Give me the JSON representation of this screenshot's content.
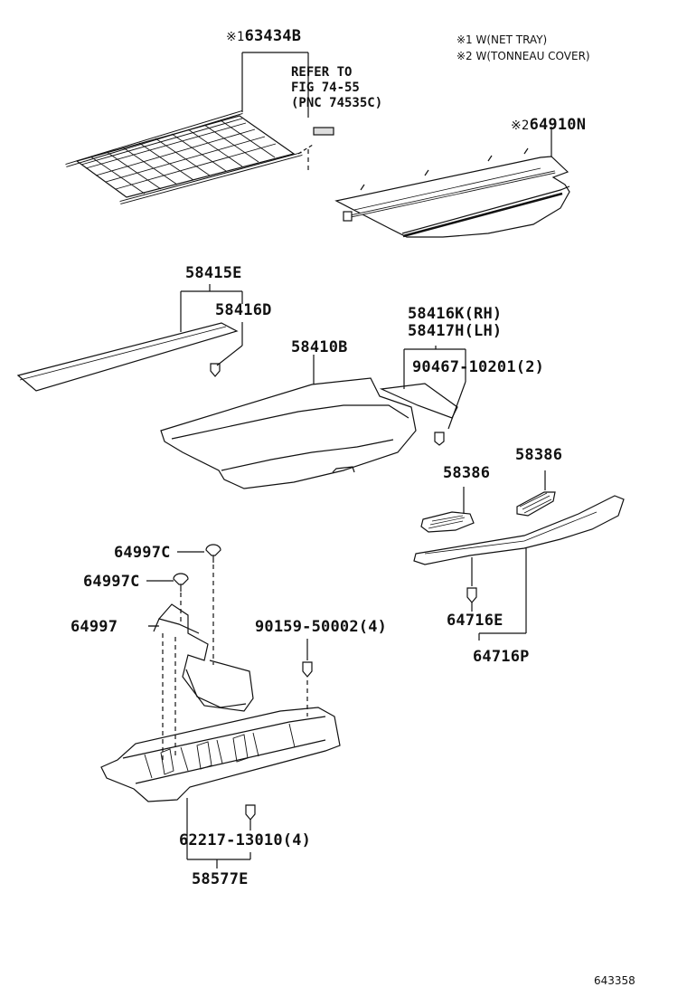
{
  "notes": {
    "n1": "※1 W(NET TRAY)",
    "n2": "※2 W(TONNEAU COVER)"
  },
  "refer": {
    "line1": "REFER TO",
    "line2": "FIG 74-55",
    "line3": "(PNC 74535C)"
  },
  "callouts": {
    "net_tray_mark": "※1",
    "net_tray": "63434B",
    "tonneau_mark": "※2",
    "tonneau": "64910N",
    "p58415E": "58415E",
    "p58416D": "58416D",
    "p58416K": "58416K(RH)",
    "p58417H": "58417H(LH)",
    "p58410B": "58410B",
    "p90467": "90467-10201(2)",
    "p58386a": "58386",
    "p58386b": "58386",
    "p64997Ca": "64997C",
    "p64997Cb": "64997C",
    "p64997": "64997",
    "p90159": "90159-50002(4)",
    "p64716E": "64716E",
    "p64716P": "64716P",
    "p62217": "62217-13010(4)",
    "p58577E": "58577E"
  },
  "figure_number": "643358"
}
